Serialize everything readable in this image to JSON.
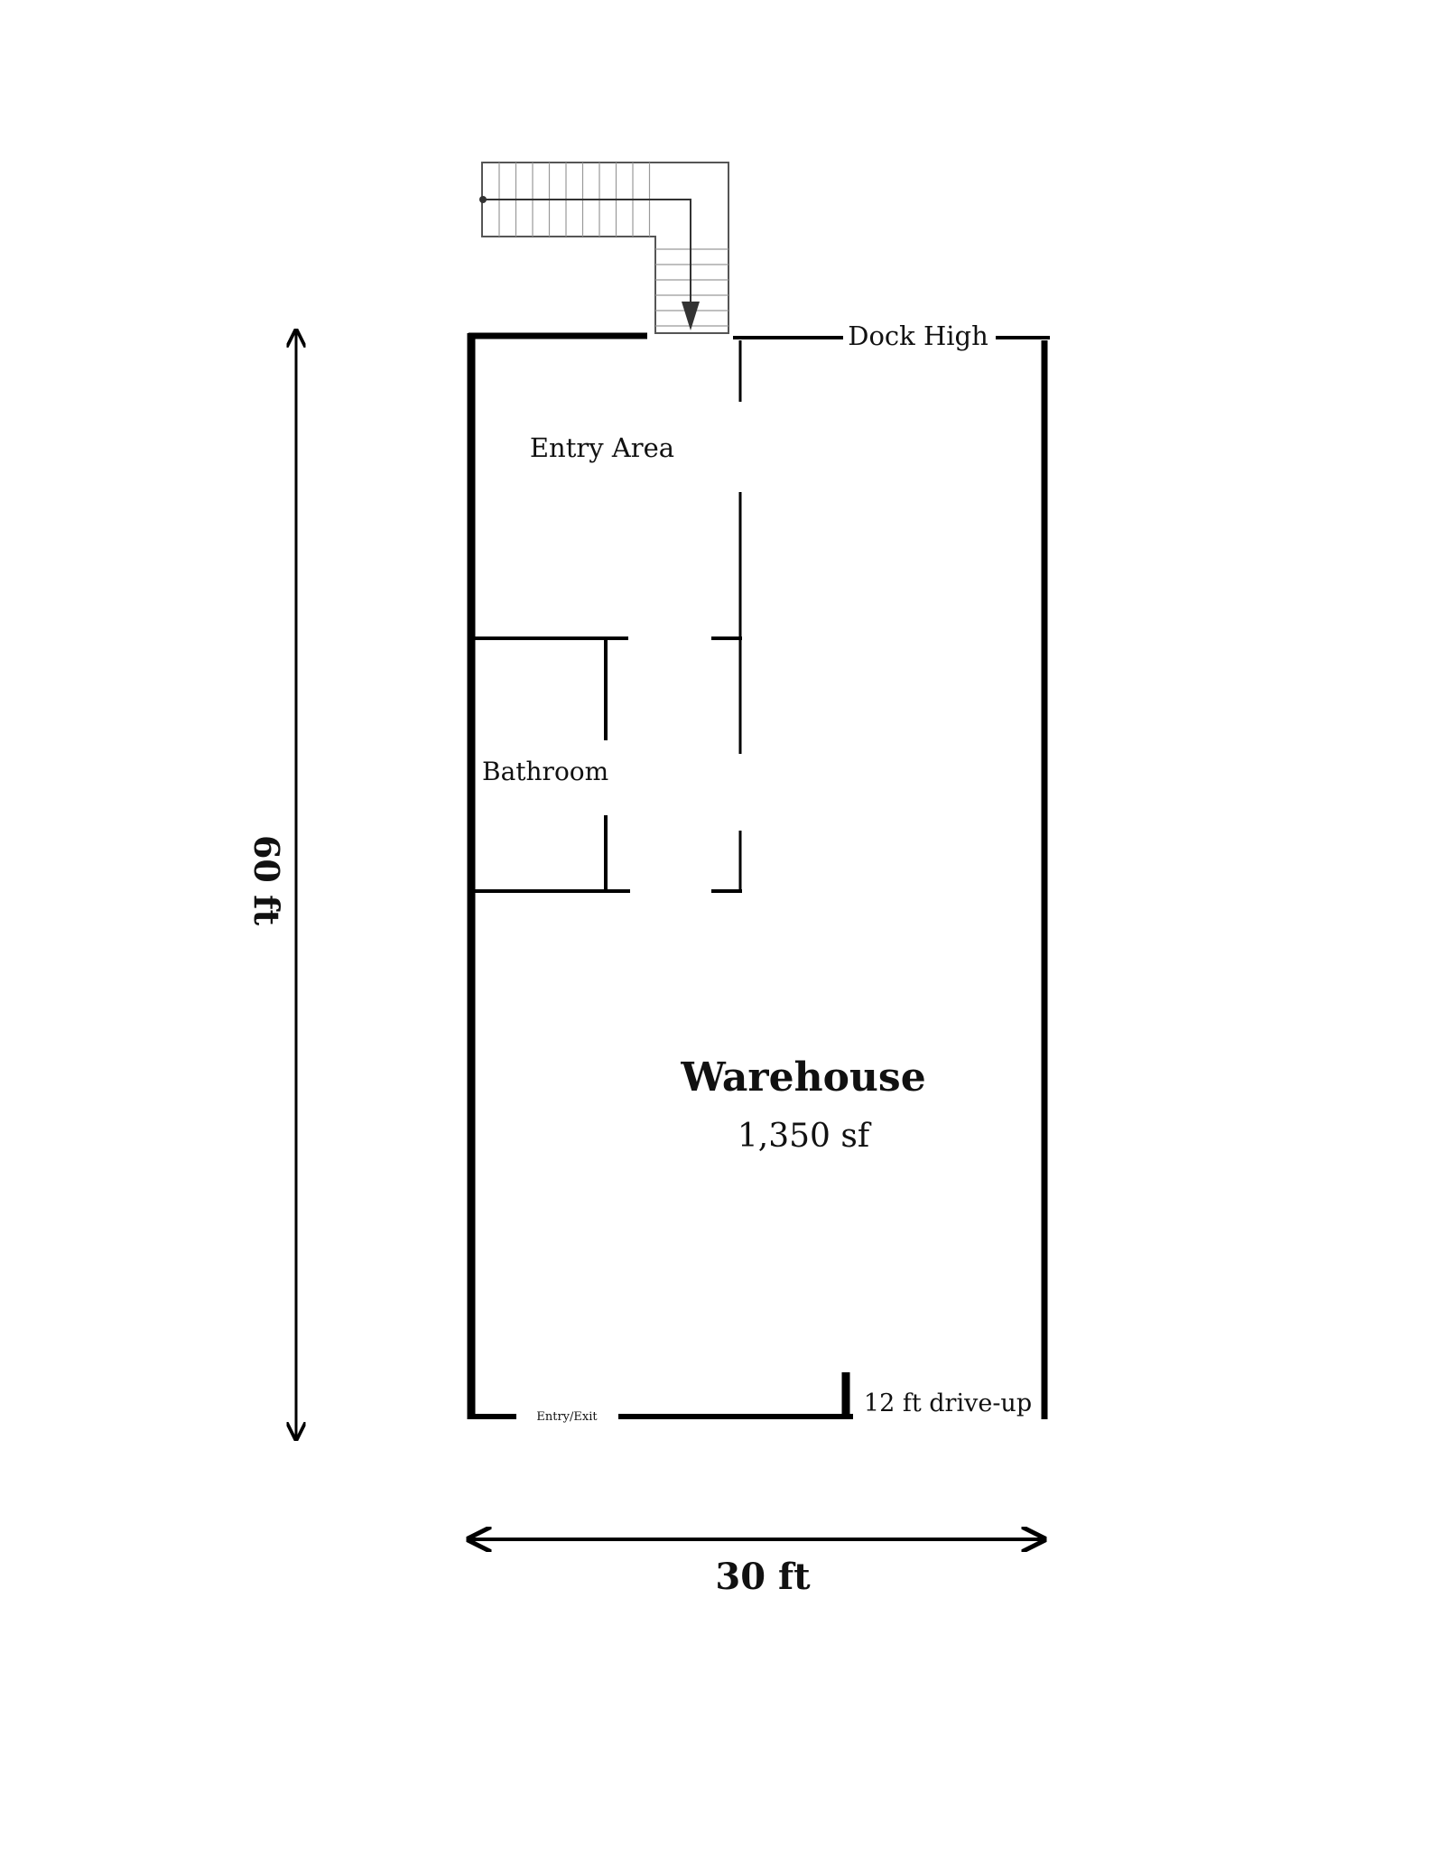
{
  "labels": {
    "dock": "Dock High",
    "entry_area": "Entry Area",
    "bathroom": "Bathroom",
    "warehouse": "Warehouse",
    "area": "1,350 sf",
    "entry_exit": "Entry/Exit",
    "drive_up": "12 ft drive-up",
    "height_dim": "60 ft",
    "width_dim": "30 ft"
  },
  "colors": {
    "line": "#000000",
    "stair": "#555555",
    "background": "#ffffff"
  },
  "icons": {
    "stair_direction": "arrow-down-icon"
  }
}
